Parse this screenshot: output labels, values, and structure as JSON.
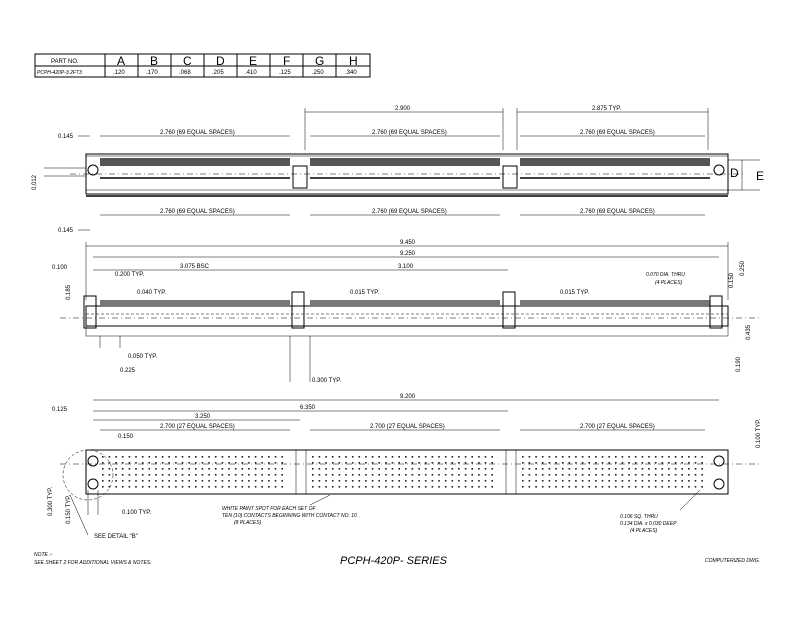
{
  "table": {
    "part_no_header": "PART NO.",
    "columns": [
      "A",
      "B",
      "C",
      "D",
      "E",
      "F",
      "G",
      "H"
    ],
    "part_no": "PCPH-420P-3.2FT3",
    "values": [
      ".120",
      ".170",
      ".068",
      ".205",
      ".410",
      ".125",
      ".250",
      ".340"
    ]
  },
  "top_view": {
    "dim_2900": "2.900",
    "dim_2875": "2.875 TYP.",
    "dim_0145": "0.145",
    "dim_0012": "0.012",
    "spaces_upper": [
      "2.760 (69 EQUAL SPACES)",
      "2.760 (69 EQUAL SPACES)",
      "2.760 (69 EQUAL SPACES)"
    ],
    "spaces_lower": [
      "2.760 (69 EQUAL SPACES)",
      "2.760 (69 EQUAL SPACES)",
      "2.760 (69 EQUAL SPACES)"
    ],
    "dim_0145_lower": "0.145",
    "label_D": "D",
    "label_E": "E"
  },
  "side_view": {
    "dim_9450": "9.450",
    "dim_9250": "9.250",
    "dim_0100": "0.100",
    "dim_0200": "0.200 TYP.",
    "dim_3075": "3.075 BSC",
    "dim_3100": "3.100",
    "dim_0185": "0.185",
    "dim_0040": "0.040 TYP.",
    "dim_0015a": "0.015 TYP.",
    "dim_0015b": "0.015 TYP.",
    "dim_0050": "0.050 TYP.",
    "dim_0225": "0.225",
    "dim_0300": "0.300 TYP.",
    "dim_0190": "0.190",
    "dim_0435": "0.435",
    "dim_0150": "0.150",
    "dim_0250": "0.250",
    "hole_note_1": "0.070 DIA. THRU",
    "hole_note_2": "(4 PLACES)"
  },
  "bottom_view": {
    "dim_9200": "9.200",
    "dim_6350": "6.350",
    "dim_3250": "3.250",
    "dim_0125": "0.125",
    "dim_0150": "0.150",
    "dim_0100_typ": "0.100 TYP.",
    "spaces": [
      "2.700 (27 EQUAL SPACES)",
      "2.700 (27 EQUAL SPACES)",
      "2.700 (27 EQUAL SPACES)"
    ],
    "dim_0300_typ": "0.300 TYP.",
    "dim_0150_typ": "0.150 TYP.",
    "dim_0100_typ_b": "0.100 TYP.",
    "see_detail": "SEE DETAIL \"B\"",
    "paint_note": [
      "WHITE PAINT SPOT FOR EACH SET OF",
      "TEN (10) CONTACTS BEGINNING WITH CONTACT NO. 10",
      "(8 PLACES)"
    ],
    "sq_note": [
      "0.106 SQ. THRU",
      "0.134 DIA. x 0.030 DEEP",
      "(4 PLACES)"
    ]
  },
  "footer": {
    "note_title": "NOTE :-",
    "note_text": "SEE SHEET 2 FOR ADDITIONAL VIEWS & NOTES.",
    "series": "PCPH-420P- SERIES",
    "computerized": "COMPUTERIZED DWG."
  }
}
